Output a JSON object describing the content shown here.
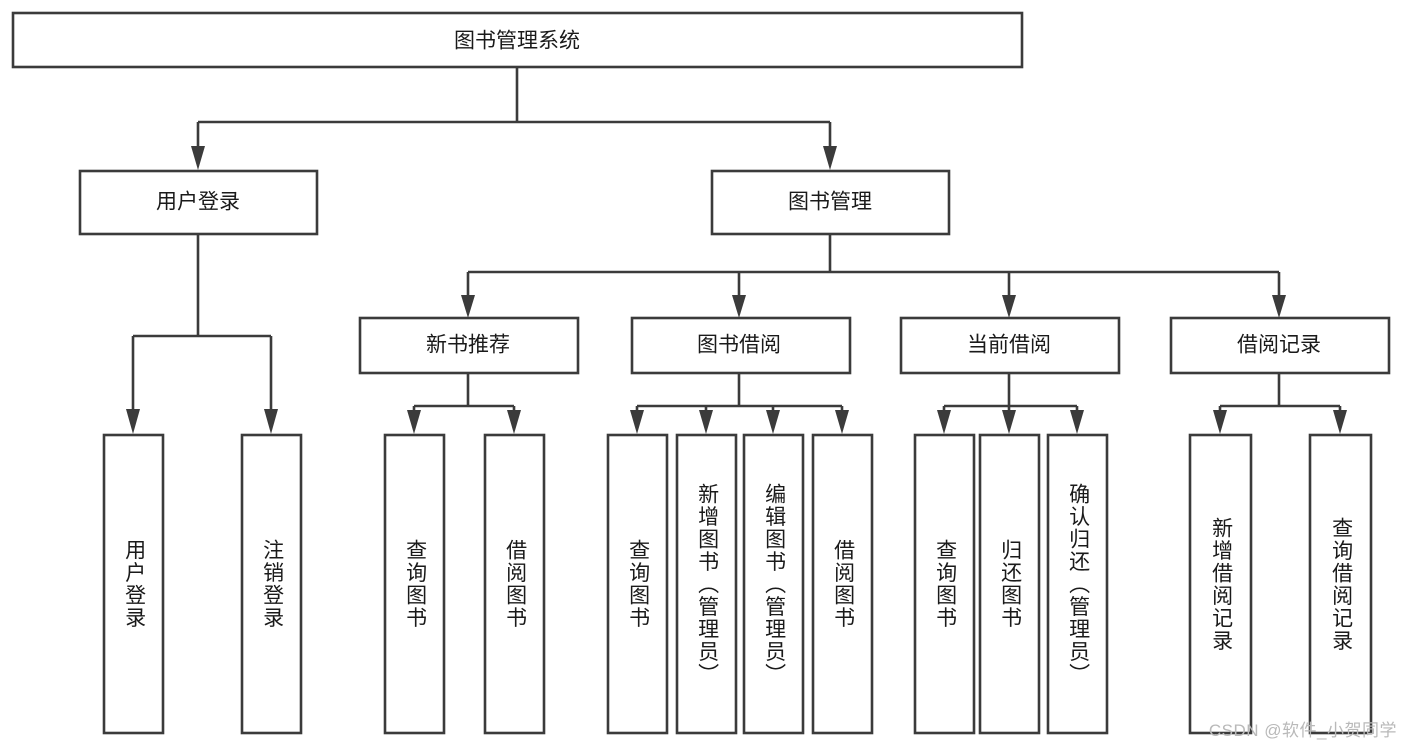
{
  "diagram": {
    "title": "图书管理系统",
    "watermark": "CSDN @软件_小贺同学",
    "root": {
      "label": "图书管理系统"
    },
    "level1": [
      {
        "label": "用户登录"
      },
      {
        "label": "图书管理"
      }
    ],
    "level2": [
      {
        "label": "新书推荐"
      },
      {
        "label": "图书借阅"
      },
      {
        "label": "当前借阅"
      },
      {
        "label": "借阅记录"
      }
    ],
    "leaves": {
      "user_login": [
        {
          "label": "用户登录"
        },
        {
          "label": "注销登录"
        }
      ],
      "new_book_recommend": [
        {
          "label": "查询图书"
        },
        {
          "label": "借阅图书"
        }
      ],
      "book_borrow": [
        {
          "label": "查询图书"
        },
        {
          "label": "新增图书（管理员）"
        },
        {
          "label": "编辑图书（管理员）"
        },
        {
          "label": "借阅图书"
        }
      ],
      "current_borrow": [
        {
          "label": "查询图书"
        },
        {
          "label": "归还图书"
        },
        {
          "label": "确认归还（管理员）"
        }
      ],
      "borrow_record": [
        {
          "label": "新增借阅记录"
        },
        {
          "label": "查询借阅记录"
        }
      ]
    },
    "colors": {
      "stroke": "#3b3b3b",
      "fill": "#ffffff",
      "text": "#1a1a1a",
      "watermark": "#b9b9b9"
    }
  }
}
